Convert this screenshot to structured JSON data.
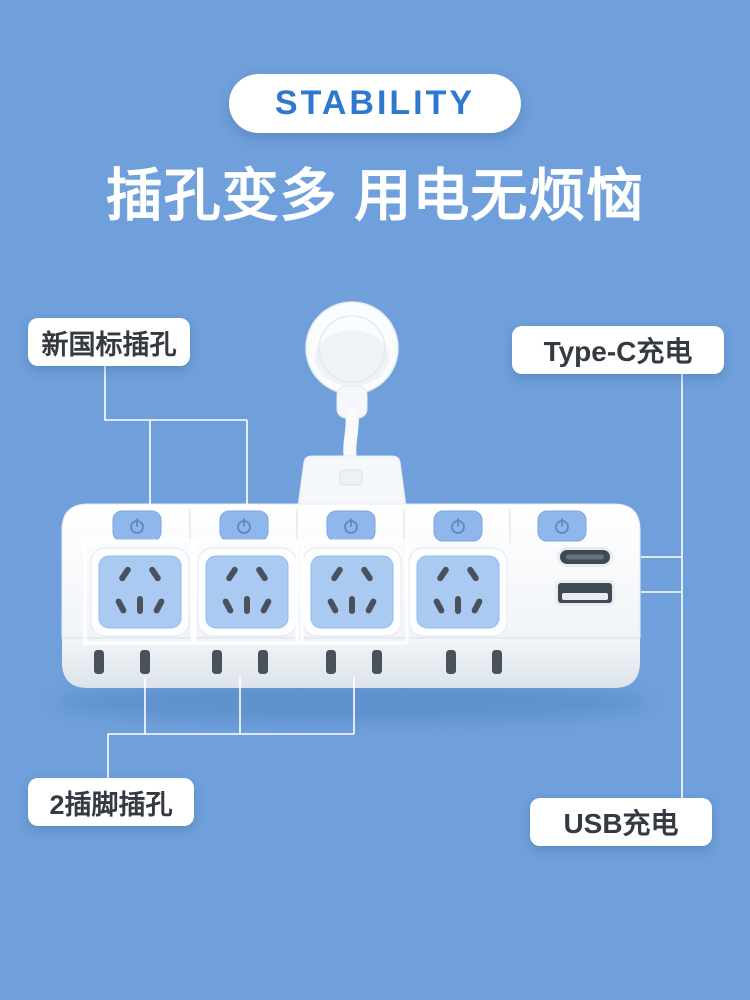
{
  "badge": {
    "label": "STABILITY"
  },
  "heading": {
    "text": "插孔变多 用电无烦恼"
  },
  "callouts": {
    "new_standard": {
      "label": "新国标插孔"
    },
    "type_c": {
      "label": "Type-C充电"
    },
    "two_pin": {
      "label": "2插脚插孔"
    },
    "usb": {
      "label": "USB充电"
    }
  },
  "product": {
    "type": "power-strip",
    "switch_count": 5,
    "socket_count": 4,
    "highlighted_socket_count": 3,
    "two_pin_pair_count": 4,
    "ports": [
      "Type-C",
      "USB"
    ]
  },
  "colors": {
    "bg": "#6FA0DB",
    "badge-text": "#2E79CF",
    "heading-text": "#FFFFFF",
    "label-text": "#343A42",
    "switch-blue": "#8FB7EC",
    "socket-blue": "#AACAF2",
    "hole-dark": "#49515B",
    "callout-line": "#FFFFFF"
  }
}
